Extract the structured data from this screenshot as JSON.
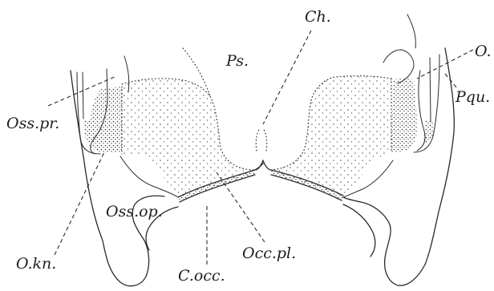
{
  "labels": {
    "oss_pr": "Oss.pr.",
    "ps": "Ps.",
    "ch": "Ch.",
    "o": "O.",
    "pqu": "Pqu.",
    "o_kn": "O.kn.",
    "oss_op": "Oss.op.",
    "occ_pl": "Occ.pl.",
    "c_occ": "C.occ."
  }
}
